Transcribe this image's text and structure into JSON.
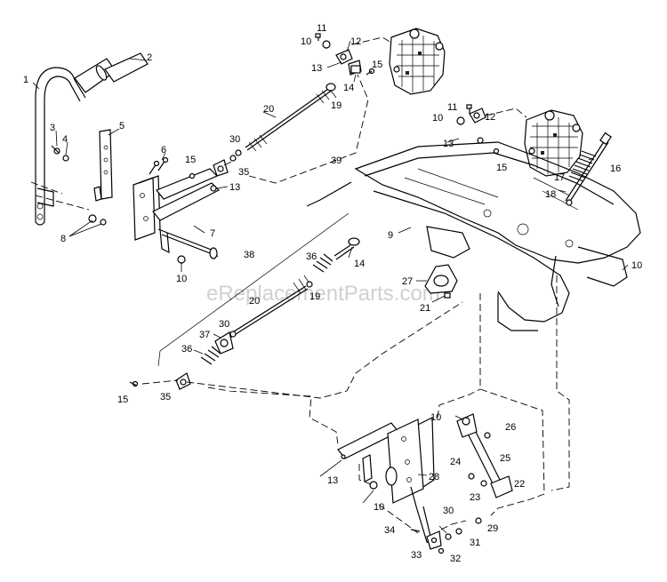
{
  "watermark": "eReplacementParts.com",
  "callouts": [
    {
      "text": "1"
    },
    {
      "text": "2"
    },
    {
      "text": "3"
    },
    {
      "text": "4"
    },
    {
      "text": "5"
    },
    {
      "text": "6"
    },
    {
      "text": "7"
    },
    {
      "text": "8"
    },
    {
      "text": "10"
    },
    {
      "text": "15"
    },
    {
      "text": "13"
    },
    {
      "text": "35"
    },
    {
      "text": "30"
    },
    {
      "text": "20"
    },
    {
      "text": "19"
    },
    {
      "text": "39"
    },
    {
      "text": "14"
    },
    {
      "text": "15"
    },
    {
      "text": "13"
    },
    {
      "text": "12"
    },
    {
      "text": "11"
    },
    {
      "text": "10"
    },
    {
      "text": "11"
    },
    {
      "text": "12"
    },
    {
      "text": "10"
    },
    {
      "text": "13"
    },
    {
      "text": "15"
    },
    {
      "text": "16"
    },
    {
      "text": "17"
    },
    {
      "text": "18"
    },
    {
      "text": "10"
    },
    {
      "text": "9"
    },
    {
      "text": "14"
    },
    {
      "text": "38"
    },
    {
      "text": "36"
    },
    {
      "text": "19"
    },
    {
      "text": "20"
    },
    {
      "text": "27"
    },
    {
      "text": "21"
    },
    {
      "text": "30"
    },
    {
      "text": "37"
    },
    {
      "text": "36"
    },
    {
      "text": "35"
    },
    {
      "text": "15"
    },
    {
      "text": "10"
    },
    {
      "text": "26"
    },
    {
      "text": "25"
    },
    {
      "text": "28"
    },
    {
      "text": "24"
    },
    {
      "text": "23"
    },
    {
      "text": "22"
    },
    {
      "text": "13"
    },
    {
      "text": "10"
    },
    {
      "text": "30"
    },
    {
      "text": "29"
    },
    {
      "text": "31"
    },
    {
      "text": "34"
    },
    {
      "text": "33"
    },
    {
      "text": "32"
    }
  ]
}
